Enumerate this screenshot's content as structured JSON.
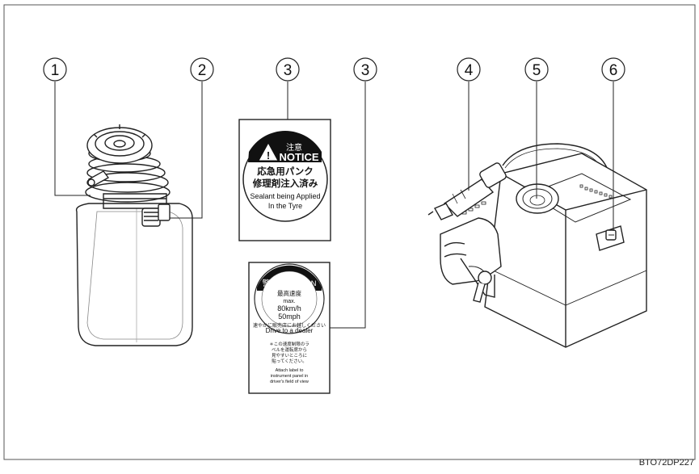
{
  "callouts": [
    "1",
    "2",
    "3",
    "3",
    "4",
    "5",
    "6"
  ],
  "notice_label": {
    "jp_warning": "注意",
    "heading": "NOTICE",
    "jp_line1": "応急用パンク",
    "jp_line2": "修理剤注入済み",
    "en_line1": "Sealant being Applied",
    "en_line2": "In the Tyre"
  },
  "caution_label": {
    "heading": "警告 /CAUTION",
    "jp_speed": "最高速度",
    "max": "max.",
    "kmh": "80km/h",
    "mph": "50mph",
    "jp_dealer": "速やかに販売店にお越しください",
    "dealer": "Drive to a dealer",
    "jp_note_1": "＊この速度制限のラ",
    "jp_note_2": "ベルを運転席から",
    "jp_note_3": "見やすいところに",
    "jp_note_4": "貼ってください。",
    "en_note_1": "Attach label to",
    "en_note_2": "instrument panel in",
    "en_note_3": "driver's field of view"
  },
  "figure_code": "BTO72DP227"
}
